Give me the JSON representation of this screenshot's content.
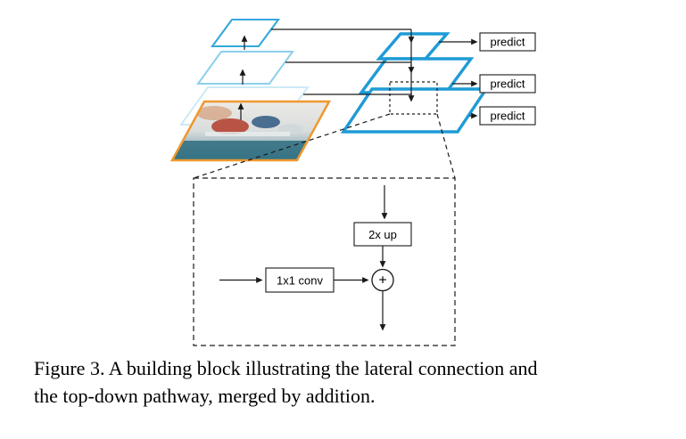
{
  "figure": {
    "caption": {
      "line1": "Figure 3. A building block illustrating the lateral connection and",
      "line2": "the top-down pathway, merged by addition."
    },
    "predict_labels": [
      "predict",
      "predict",
      "predict"
    ],
    "block": {
      "upsample_label": "2x up",
      "conv_label": "1x1 conv",
      "merge_label": "+"
    },
    "colors": {
      "topdown_blue": "#1f9bd7",
      "bottomup_blue_1": "#35a8dc",
      "bottomup_blue_2": "#8ccfeb",
      "bottomup_blue_3": "#cdeaf6",
      "image_orange": "#f0982e"
    }
  }
}
